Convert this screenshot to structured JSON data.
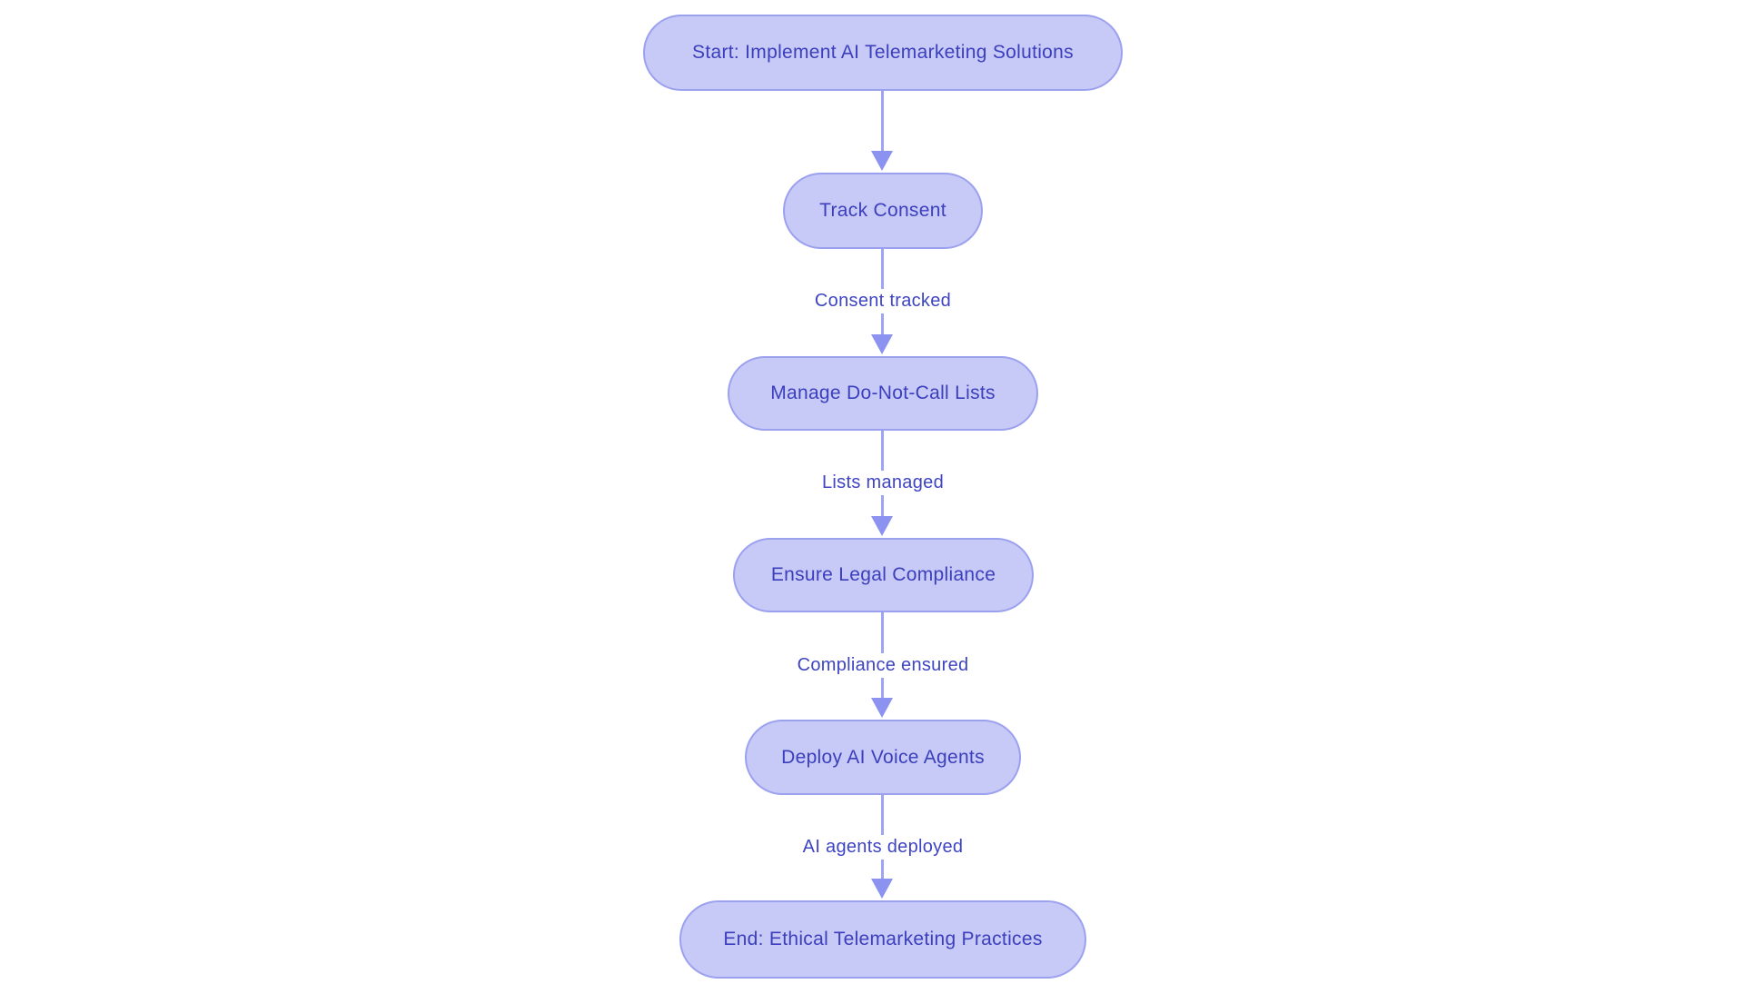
{
  "diagram": {
    "type": "flowchart",
    "direction": "top-down",
    "colors": {
      "background": "#ffffff",
      "node_fill": "#c7c9f6",
      "node_border": "#9ba1ef",
      "node_text": "#3b3fbc",
      "edge_line": "#9ea4f2",
      "arrowhead": "#8b92ef",
      "edge_label_text": "#3e44c2"
    },
    "nodes": [
      {
        "id": "start",
        "label": "Start: Implement AI Telemarketing Solutions"
      },
      {
        "id": "track",
        "label": "Track Consent"
      },
      {
        "id": "dnc",
        "label": "Manage Do-Not-Call Lists"
      },
      {
        "id": "legal",
        "label": "Ensure Legal Compliance"
      },
      {
        "id": "deploy",
        "label": "Deploy AI Voice Agents"
      },
      {
        "id": "end",
        "label": "End: Ethical Telemarketing Practices"
      }
    ],
    "edges": [
      {
        "from": "start",
        "to": "track",
        "label": ""
      },
      {
        "from": "track",
        "to": "dnc",
        "label": "Consent tracked"
      },
      {
        "from": "dnc",
        "to": "legal",
        "label": "Lists managed"
      },
      {
        "from": "legal",
        "to": "deploy",
        "label": "Compliance ensured"
      },
      {
        "from": "deploy",
        "to": "end",
        "label": "AI agents deployed"
      }
    ]
  }
}
